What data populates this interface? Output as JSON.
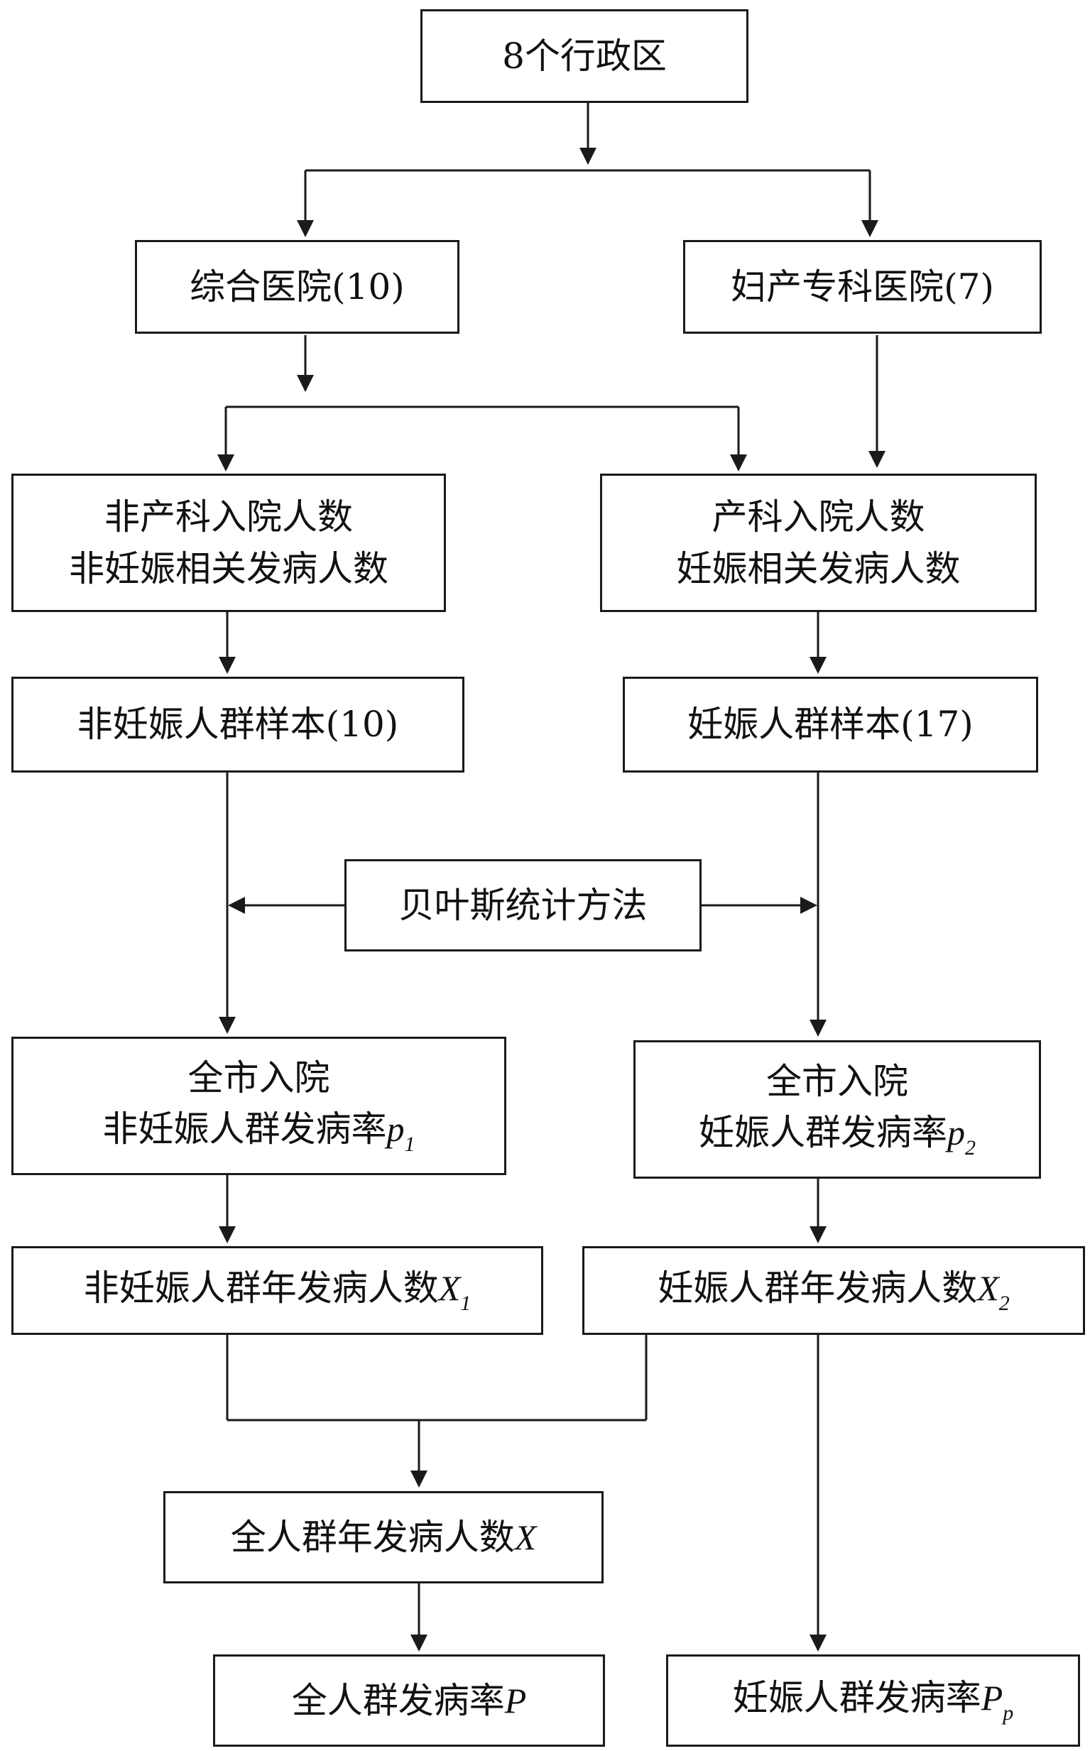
{
  "nodes": {
    "districts": {
      "label": "8个行政区"
    },
    "general_hospital": {
      "label": "综合医院(10)"
    },
    "maternity_hospital": {
      "label": "妇产专科医院(7)"
    },
    "nonobstetric_admissions": {
      "line1": "非产科入院人数",
      "line2": "非妊娠相关发病人数"
    },
    "obstetric_admissions": {
      "line1": "产科入院人数",
      "line2": "妊娠相关发病人数"
    },
    "nonpregnant_sample": {
      "label": "非妊娠人群样本(10)"
    },
    "pregnant_sample": {
      "label": "妊娠人群样本(17)"
    },
    "bayesian_method": {
      "label": "贝叶斯统计方法"
    },
    "nonpregnant_rate": {
      "line1": "全市入院",
      "line2": "非妊娠人群发病率",
      "var": "p",
      "sub": "1"
    },
    "pregnant_rate": {
      "line1": "全市入院",
      "line2": "妊娠人群发病率",
      "var": "p",
      "sub": "2"
    },
    "nonpregnant_annual": {
      "label": "非妊娠人群年发病人数",
      "var": "X",
      "sub": "1"
    },
    "pregnant_annual": {
      "label": "妊娠人群年发病人数",
      "var": "X",
      "sub": "2"
    },
    "total_annual": {
      "label": "全人群年发病人数",
      "var": "X"
    },
    "total_rate": {
      "label": "全人群发病率",
      "var": "P"
    },
    "pregnant_population_rate": {
      "label": "妊娠人群发病率",
      "var": "P",
      "sub": "p"
    }
  }
}
